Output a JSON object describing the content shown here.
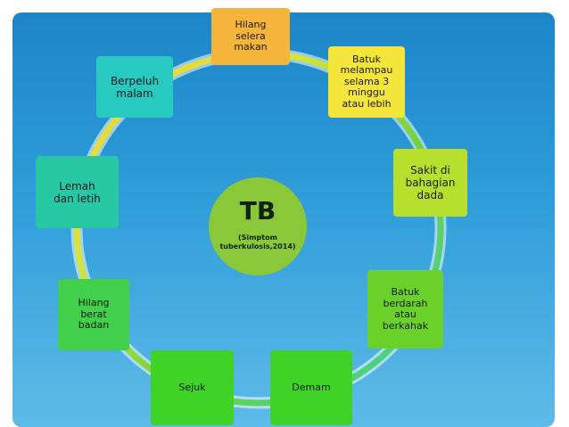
{
  "diagram": {
    "center": {
      "title": "TB",
      "subtitle": "(Simptom\ntuberkulosis,2014)"
    },
    "nodes": [
      {
        "label": "Hilang\nselera\nmakan",
        "color": "#f5b43a"
      },
      {
        "label": "Batuk\nmelampau\nselama 3\nminggu\natau lebih",
        "color": "#f3e53a"
      },
      {
        "label": "Sakit di\nbahagian\ndada",
        "color": "#b7e02e"
      },
      {
        "label": "Batuk\nberdarah\natau\nberkahak",
        "color": "#6ad12b"
      },
      {
        "label": "Demam",
        "color": "#3fd327"
      },
      {
        "label": "Sejuk",
        "color": "#3fd327"
      },
      {
        "label": "Hilang\nberat\nbadan",
        "color": "#42cf4a"
      },
      {
        "label": "Lemah\ndan letih",
        "color": "#27c9a4"
      },
      {
        "label": "Berpeluh\nmalam",
        "color": "#27c9c0"
      }
    ]
  }
}
